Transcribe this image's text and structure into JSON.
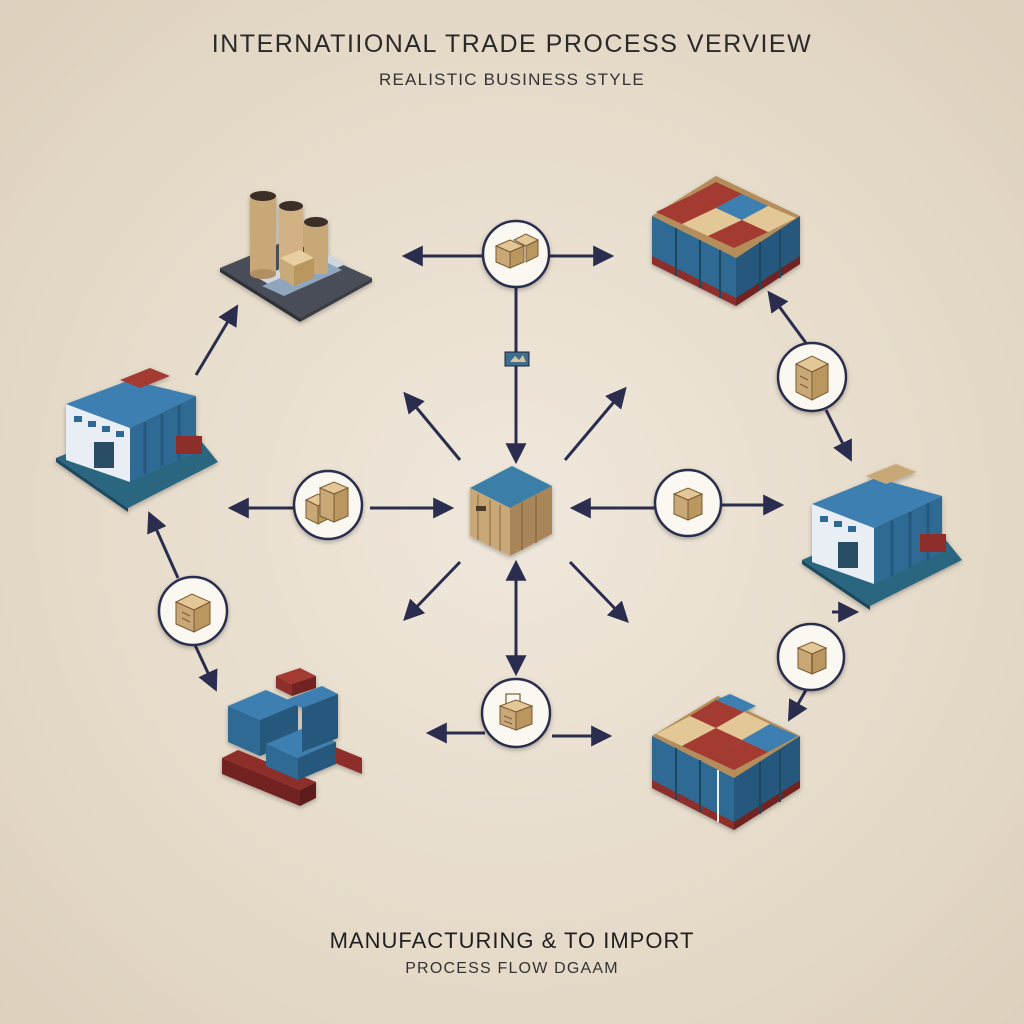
{
  "header": {
    "title": "INTERNATIIONAL TRADE PROCESS VERVIEW",
    "subtitle": "REALISTIC BUSINESS STYLE"
  },
  "footer": {
    "title": "MANUFACTURING & TO IMPORT",
    "subtitle": "PROCESS FLOW DGAAM"
  },
  "colors": {
    "background": "#e7dccb",
    "arrow": "#2b2d4e",
    "container_blue": "#2f6a94",
    "container_red": "#8e2f2c",
    "cardboard": "#d9c29c",
    "node_circle": "#fbf8f1"
  },
  "nodes": [
    {
      "id": "factory",
      "icon": "factory-icon"
    },
    {
      "id": "warehouse-left",
      "icon": "warehouse-icon"
    },
    {
      "id": "loading-containers",
      "icon": "container-loading-icon"
    },
    {
      "id": "container-stack-top",
      "icon": "container-stack-icon"
    },
    {
      "id": "warehouse-right",
      "icon": "warehouse-icon"
    },
    {
      "id": "container-stack-bottom",
      "icon": "container-stack-icon"
    },
    {
      "id": "central-crate",
      "icon": "crate-icon"
    }
  ],
  "badges": [
    {
      "id": "badge-top",
      "icon": "open-boxes-icon"
    },
    {
      "id": "badge-left",
      "icon": "stacked-boxes-icon"
    },
    {
      "id": "badge-left-lower",
      "icon": "crate-icon"
    },
    {
      "id": "badge-right-upper",
      "icon": "box-stack-icon"
    },
    {
      "id": "badge-right",
      "icon": "box-icon"
    },
    {
      "id": "badge-right-lower",
      "icon": "package-icon"
    },
    {
      "id": "badge-bottom",
      "icon": "document-box-icon"
    }
  ]
}
